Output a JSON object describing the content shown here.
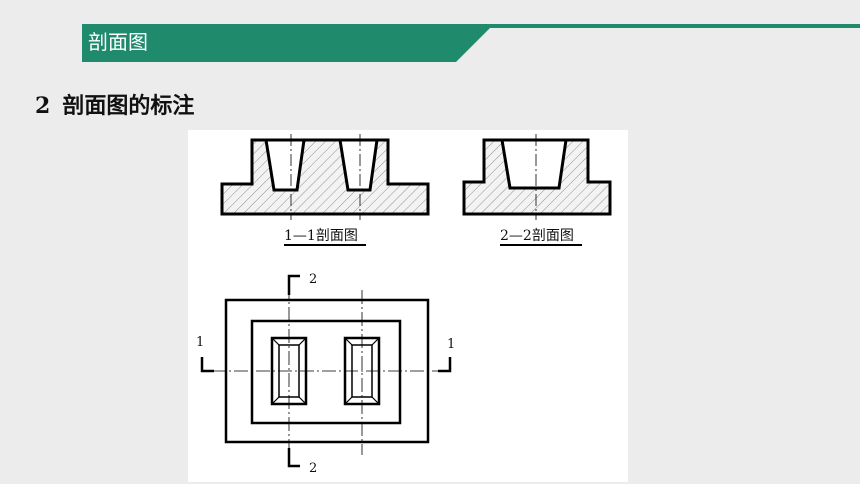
{
  "banner": {
    "title": "剖面图"
  },
  "section": {
    "number": "2",
    "title": "剖面图的标注"
  },
  "figure": {
    "caption_1": "1—1剖面图",
    "caption_2": "2—2剖面图",
    "cut_mark_2_top": "2",
    "cut_mark_2_bottom": "2",
    "cut_mark_1_left": "1",
    "cut_mark_1_right": "1"
  },
  "colors": {
    "accent": "#1f8a6c",
    "background": "#ececec"
  }
}
